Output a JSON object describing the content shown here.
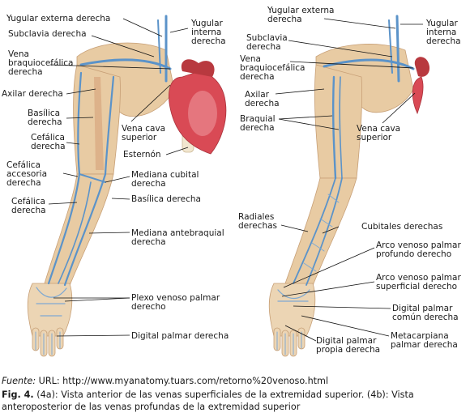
{
  "left_labels": [
    {
      "lines": [
        "Yugular externa derecha"
      ]
    },
    {
      "lines": [
        "Yugular",
        "interna",
        "derecha"
      ]
    },
    {
      "lines": [
        "Subclavia derecha"
      ]
    },
    {
      "lines": [
        "Vena",
        "braquiocefálica",
        "derecha"
      ]
    },
    {
      "lines": [
        "Axilar derecha"
      ]
    },
    {
      "lines": [
        "Basílica",
        "derecha"
      ]
    },
    {
      "lines": [
        "Cefálica",
        "derecha"
      ]
    },
    {
      "lines": [
        "Vena cava",
        "superior"
      ]
    },
    {
      "lines": [
        "Esternón"
      ]
    },
    {
      "lines": [
        "Cefálica",
        "accesoria",
        "derecha"
      ]
    },
    {
      "lines": [
        "Mediana cubital",
        "derecha"
      ]
    },
    {
      "lines": [
        "Basílica derecha"
      ]
    },
    {
      "lines": [
        "Cefálica",
        "derecha"
      ]
    },
    {
      "lines": [
        "Mediana antebraquial",
        "derecha"
      ]
    },
    {
      "lines": [
        "Plexo venoso palmar",
        "derecho"
      ]
    },
    {
      "lines": [
        "Digital palmar derecha"
      ]
    }
  ],
  "right_labels": [
    {
      "lines": [
        "Yugular externa",
        "derecha"
      ]
    },
    {
      "lines": [
        "Yugular",
        "interna",
        "derecha"
      ]
    },
    {
      "lines": [
        "Subclavia",
        "derecha"
      ]
    },
    {
      "lines": [
        "Vena",
        "braquiocefálica",
        "derecha"
      ]
    },
    {
      "lines": [
        "Axilar",
        "derecha"
      ]
    },
    {
      "lines": [
        "Braquial",
        "derecha"
      ]
    },
    {
      "lines": [
        "Vena cava",
        "superior"
      ]
    },
    {
      "lines": [
        "Radiales",
        "derechas"
      ]
    },
    {
      "lines": [
        "Cubitales derechas"
      ]
    },
    {
      "lines": [
        "Arco venoso palmar",
        "profundo derecho"
      ]
    },
    {
      "lines": [
        "Arco venoso palmar",
        "superficial derecho"
      ]
    },
    {
      "lines": [
        "Digital palmar",
        "común derecha"
      ]
    },
    {
      "lines": [
        "Digital palmar",
        "propia derecha"
      ]
    },
    {
      "lines": [
        "Metacarpiana",
        "palmar derecha"
      ]
    }
  ],
  "caption": {
    "source_label": "Fuente:",
    "source_text": " URL: http://www.myanatomy.tuars.com/retorno%20venoso.html",
    "fig_label": "Fig. 4.",
    "fig_text": " (4a): Vista anterior de las venas superficiales de la extremidad superior. (4b): Vista anteroposterior de las venas profundas de la extremidad superior"
  },
  "colors": {
    "skin": "#e8cba3",
    "skin_shade": "#d2ab80",
    "vein": "#5b93c9",
    "vein_light": "#9cc2e3",
    "heart": "#d94a55",
    "heart_light": "#ef9aa0",
    "bone": "#f1e6cf"
  }
}
